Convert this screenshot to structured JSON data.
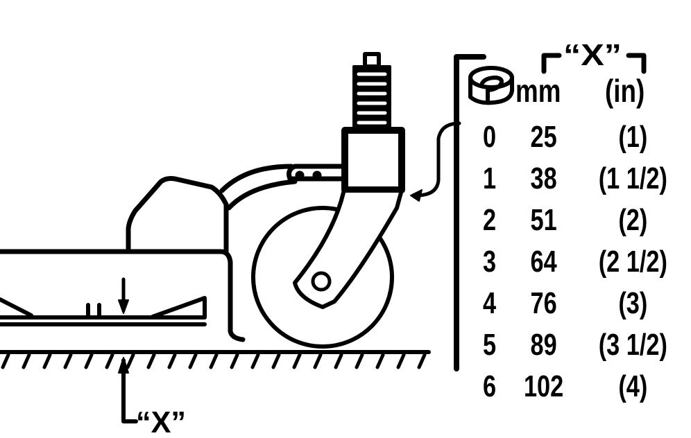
{
  "diagram": {
    "dimension_label": "“X”",
    "ground_dimension_label": "“X”",
    "icon": "height-adjust-spacer-icon",
    "colors": {
      "ink": "#000000",
      "background": "#ffffff"
    }
  },
  "table": {
    "header": {
      "icon": "spacer-ring-icon",
      "mm": "mm",
      "in": "(in)",
      "dimension": "“X”"
    },
    "rows": [
      {
        "position": "0",
        "mm": "25",
        "in": "(1)"
      },
      {
        "position": "1",
        "mm": "38",
        "in": "(1 1/2)"
      },
      {
        "position": "2",
        "mm": "51",
        "in": "(2)"
      },
      {
        "position": "3",
        "mm": "64",
        "in": "(2 1/2)"
      },
      {
        "position": "4",
        "mm": "76",
        "in": "(3)"
      },
      {
        "position": "5",
        "mm": "89",
        "in": "(3 1/2)"
      },
      {
        "position": "6",
        "mm": "102",
        "in": "(4)"
      }
    ]
  }
}
